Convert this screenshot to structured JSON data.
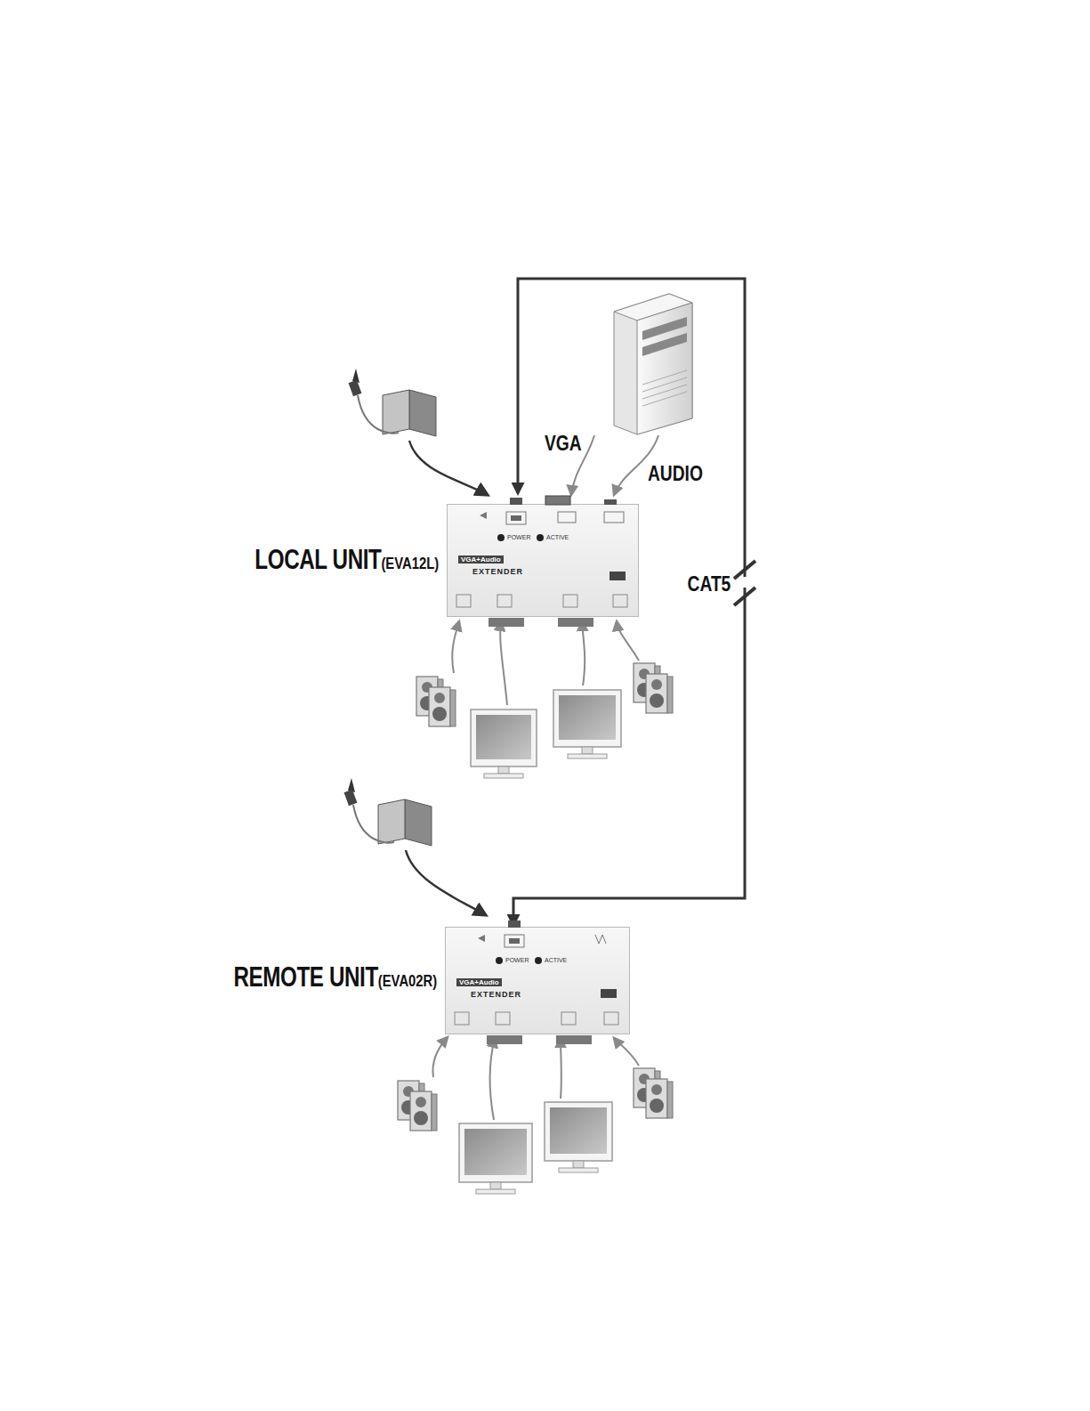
{
  "diagram": {
    "nodes": [
      {
        "text": [
          "LOCAL UNIT",
          "(EVA12L)",
          "POWER",
          "ACTIVE",
          "VGA+Audio",
          "EXTENDER"
        ]
      },
      {
        "text": [
          "REMOTE UNIT",
          "(EVA02R)",
          "POWER",
          "ACTIVE",
          "VGA+Audio",
          "EXTENDER"
        ]
      }
    ],
    "edges": [
      {
        "from": 0,
        "to": 1,
        "arrow": "both",
        "label": "CAT5"
      }
    ],
    "labels": [
      "VGA",
      "AUDIO"
    ]
  }
}
